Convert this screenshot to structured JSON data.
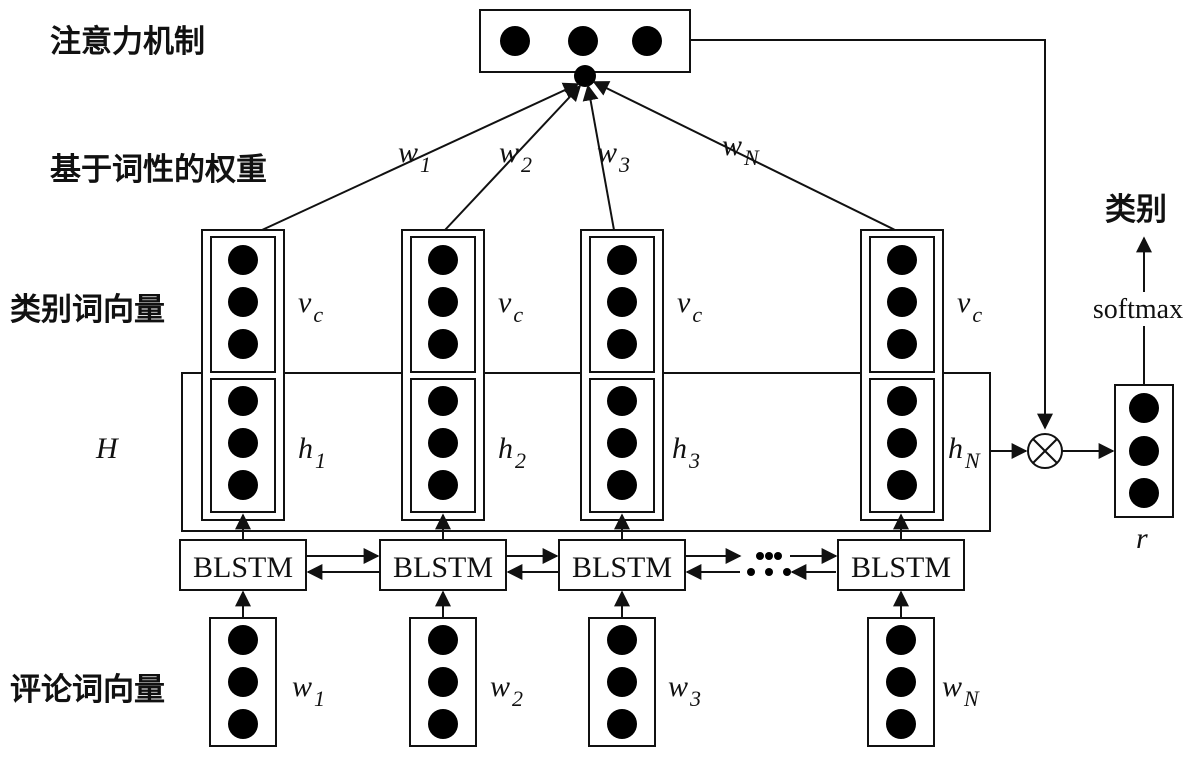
{
  "labels": {
    "attention": "注意力机制",
    "pos_weight": "基于词性的权重",
    "category_vec": "类别词向量",
    "review_vec": "评论词向量",
    "H": "H",
    "category": "类别",
    "softmax": "softmax",
    "r": "r"
  },
  "weights": [
    {
      "base": "w",
      "sub": "1"
    },
    {
      "base": "w",
      "sub": "2"
    },
    {
      "base": "w",
      "sub": "3"
    },
    {
      "base": "w",
      "sub": "N"
    }
  ],
  "category_vectors": [
    {
      "base": "v",
      "sub": "c"
    },
    {
      "base": "v",
      "sub": "c"
    },
    {
      "base": "v",
      "sub": "c"
    },
    {
      "base": "v",
      "sub": "c"
    }
  ],
  "hidden_states": [
    {
      "base": "h",
      "sub": "1"
    },
    {
      "base": "h",
      "sub": "2"
    },
    {
      "base": "h",
      "sub": "3"
    },
    {
      "base": "h",
      "sub": "N"
    }
  ],
  "blstm": [
    "BLSTM",
    "BLSTM",
    "BLSTM",
    "BLSTM"
  ],
  "input_words": [
    {
      "base": "w",
      "sub": "1"
    },
    {
      "base": "w",
      "sub": "2"
    },
    {
      "base": "w",
      "sub": "3"
    },
    {
      "base": "w",
      "sub": "N"
    }
  ],
  "operator_icon": "circled-times-icon",
  "ellipsis_icon": "dotted-ellipsis-icon"
}
